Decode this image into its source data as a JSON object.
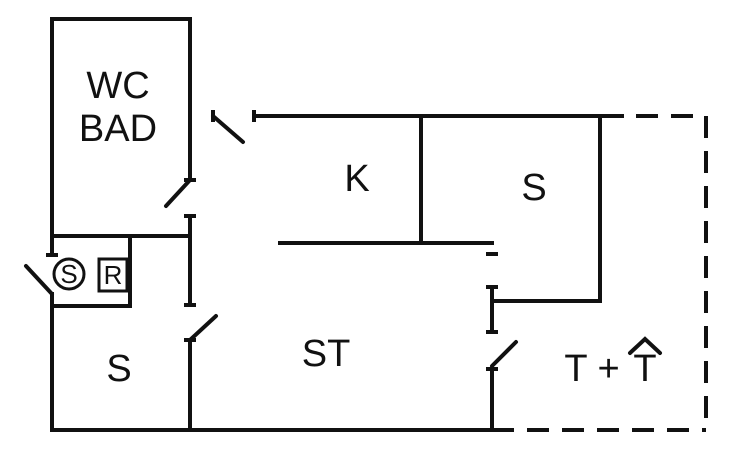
{
  "rooms": {
    "wc_bad": {
      "line1": "WC",
      "line2": "BAD"
    },
    "kitchen": "K",
    "bedroom_right": "S",
    "living_room": "ST",
    "bedroom_left": "S",
    "terrace": {
      "prefix": "T +",
      "letter": "T"
    }
  },
  "fixtures": {
    "circle_symbol": "S",
    "square_symbol": "R"
  }
}
